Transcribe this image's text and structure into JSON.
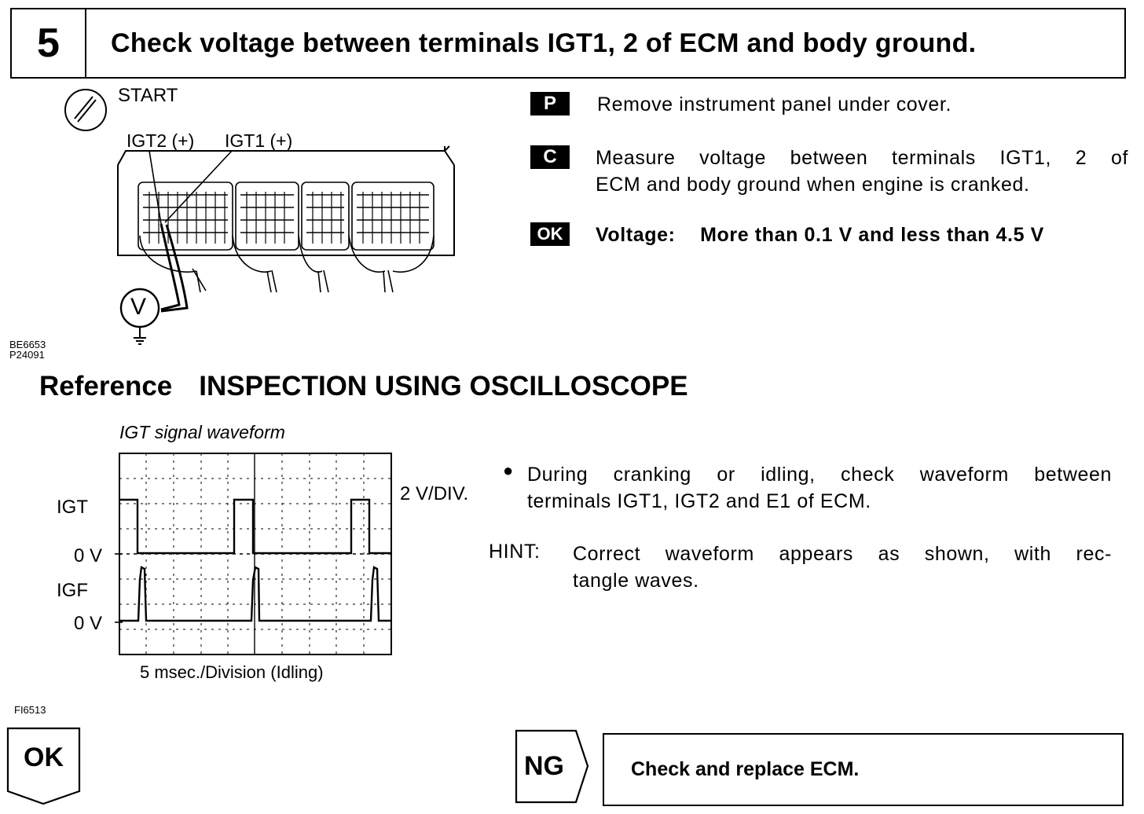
{
  "step": {
    "number": "5",
    "title": "Check voltage between terminals IGT1, 2 of ECM and body ground."
  },
  "illustration": {
    "ignition_label": "START",
    "probe_label_igt2": "IGT2 (+)",
    "probe_label_igt1": "IGT1 (+)",
    "meter_symbol": "V",
    "figure_code_1": "BE6653",
    "figure_code_2": "P24091"
  },
  "instructions": [
    {
      "tag": "P",
      "text": "Remove instrument panel under cover."
    },
    {
      "tag": "C",
      "text_line1": "Measure voltage between terminals IGT1, 2 of",
      "text_line2": "ECM and body ground when engine is cranked."
    },
    {
      "tag": "OK",
      "label": "Voltage:",
      "value": "More than 0.1 V and less than 4.5 V"
    }
  ],
  "reference": {
    "prefix": "Reference",
    "title": "INSPECTION USING OSCILLOSCOPE"
  },
  "scope": {
    "caption": "IGT signal waveform",
    "scale": "2 V/DIV.",
    "time_base": "5 msec./Division (Idling)",
    "channel_igt": "IGT",
    "channel_igf": "IGF",
    "zero_label_1": "0 V",
    "zero_label_2": "0 V",
    "figure_code": "FI6513"
  },
  "bullet": {
    "line1": "During cranking or idling, check waveform between",
    "line2": "terminals IGT1, IGT2 and E1 of ECM."
  },
  "hint": {
    "label": "HINT:",
    "line1": "Correct waveform appears as shown, with rec-",
    "line2": "tangle waves."
  },
  "results": {
    "ok": "OK",
    "ng": "NG",
    "ng_action": "Check and replace ECM."
  }
}
